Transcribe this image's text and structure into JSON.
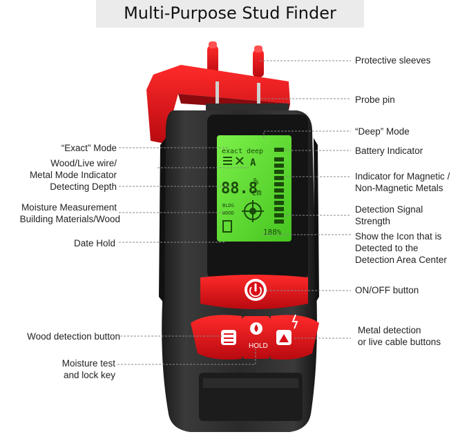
{
  "title": "Multi-Purpose Stud Finder",
  "labels": {
    "right": {
      "protective_sleeves": "Protective sleeves",
      "probe_pin": "Probe pin",
      "deep_mode": "“Deep” Mode",
      "battery_indicator": "Battery Indicator",
      "magnetic_indicator_1": "Indicator for Magnetic /",
      "magnetic_indicator_2": "Non-Magnetic Metals",
      "signal_strength_1": "Detection Signal",
      "signal_strength_2": "Strength",
      "center_icon_1": "Show the Icon that is",
      "center_icon_2": "Detected to the",
      "center_icon_3": "Detection Area Center",
      "on_off": "ON/OFF button",
      "metal_live_1": "Metal detection",
      "metal_live_2": "or live cable buttons"
    },
    "left": {
      "exact_mode": "“Exact” Mode",
      "mode_indicator_1": "Wood/Live wire/",
      "mode_indicator_2": "Metal Mode Indicator",
      "detecting_depth": "Detecting Depth",
      "moisture_1": "Moisture Measurement",
      "moisture_2": "Building Materials/Wood",
      "date_hold": "Date Hold",
      "wood_button": "Wood detection button",
      "moisture_key_1": "Moisture test",
      "moisture_key_2": "and lock key"
    }
  },
  "lcd": {
    "exact": "exact",
    "deep": "deep",
    "reading": "88.8",
    "unit_top": "%",
    "unit_bottom": "cm",
    "bldg": "BLDG",
    "wood": "WOOD",
    "signal_percent": "188%",
    "mode_letter": "A"
  },
  "buttons": {
    "hold": "HOLD"
  },
  "colors": {
    "device_body": "#262626",
    "device_red": "#e0141c",
    "lcd_green": "#5fe030",
    "leader_line": "#888888"
  }
}
